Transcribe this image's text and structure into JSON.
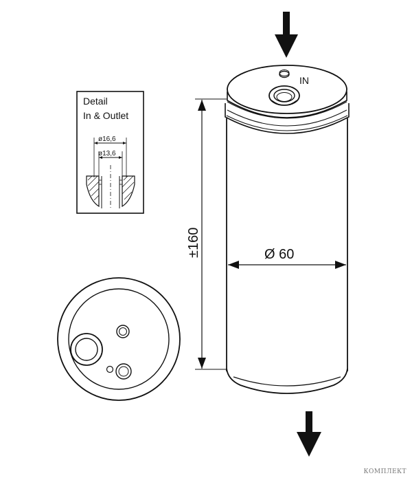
{
  "detail": {
    "title_line1": "Detail",
    "title_line2": "In & Outlet",
    "dim_outer": "ø16,6",
    "dim_inner": "ø13,6"
  },
  "labels": {
    "inlet": "IN",
    "diameter": "Ø 60",
    "height": "±160"
  },
  "watermark": "КОМПЛЕКТ"
}
